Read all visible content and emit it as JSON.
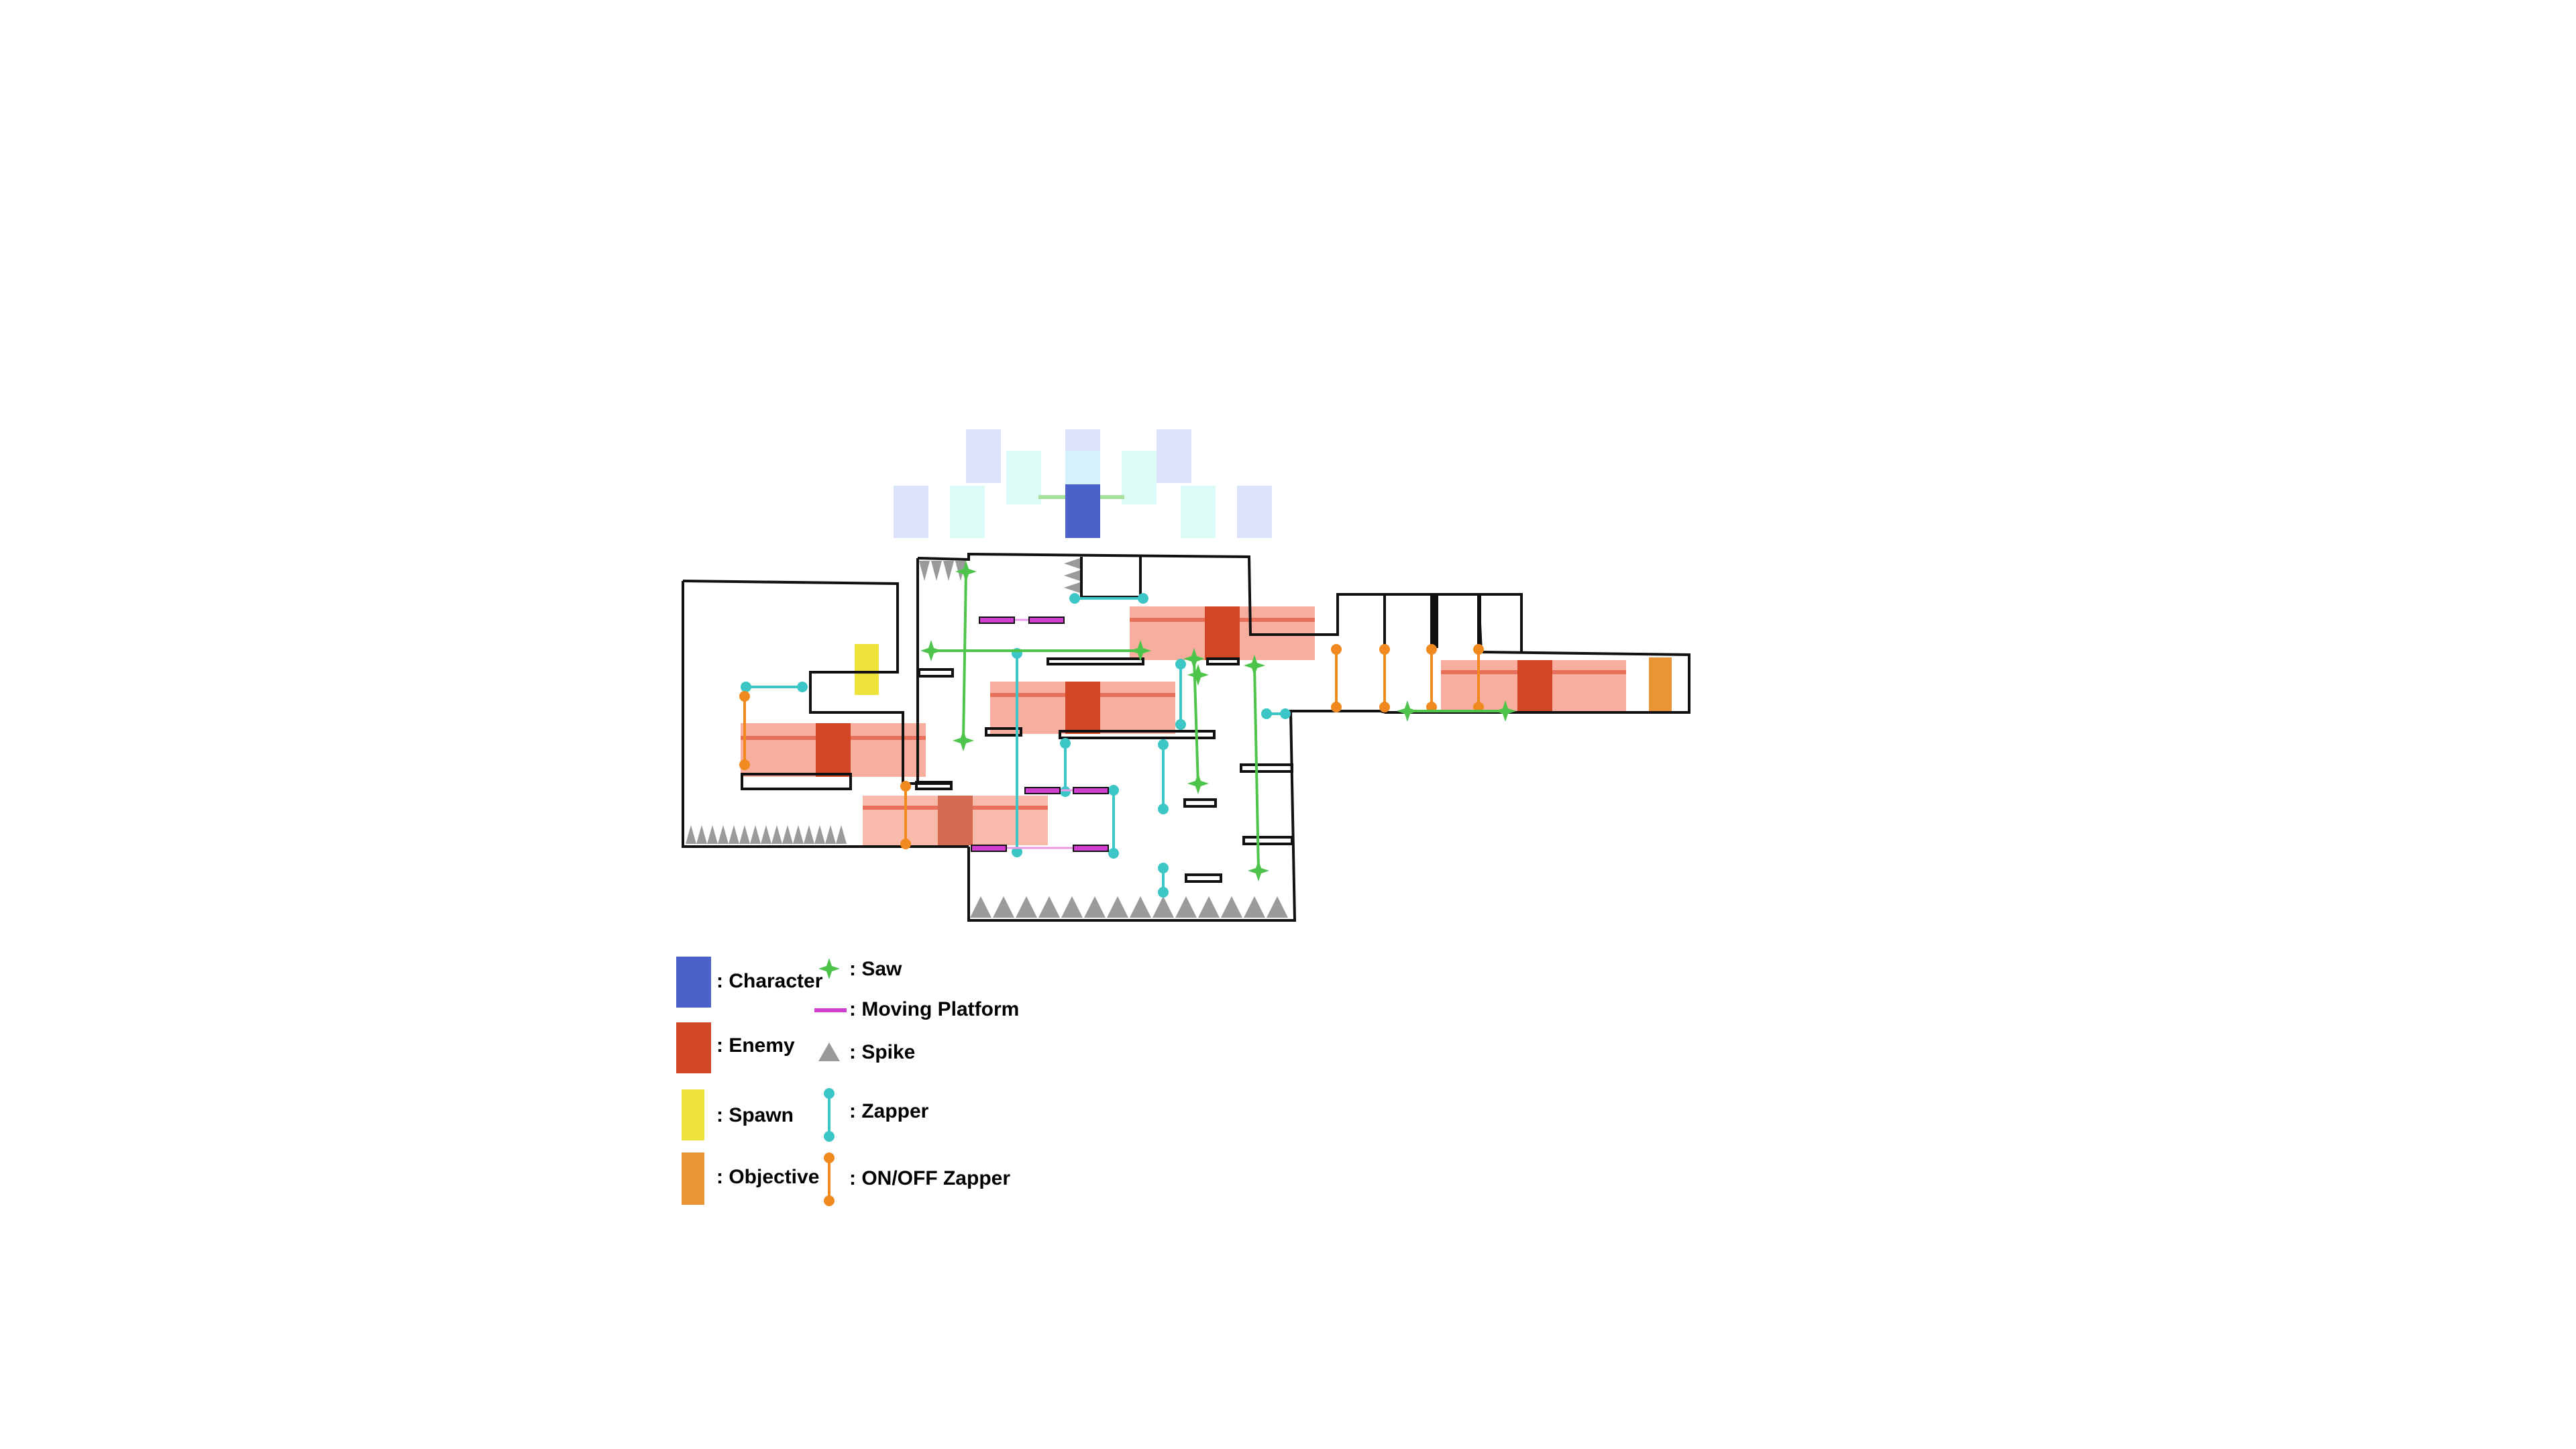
{
  "colors": {
    "wall": "#111111",
    "character": "#4a62c9",
    "enemy": "#d14726",
    "enemy_zone": "#f7a08d",
    "enemy_path": "#e8705a",
    "spawn": "#eee33a",
    "objective": "#e99536",
    "saw": "#4ec44a",
    "moving_platform": "#d13fd1",
    "spike": "#9a9a9a",
    "zapper": "#3cc6c6",
    "onoff_zapper": "#f08a1e",
    "ghost_blue": "#dbe3fb",
    "ghost_cyan": "#dbfbf7",
    "ghost_path": "#a8e0a0"
  },
  "legend": {
    "character": {
      "label": ": Character",
      "icon": "blue-rectangle"
    },
    "enemy": {
      "label": ": Enemy",
      "icon": "red-rectangle"
    },
    "spawn": {
      "label": ": Spawn",
      "icon": "yellow-rectangle"
    },
    "objective": {
      "label": ": Objective",
      "icon": "orange-rectangle"
    },
    "saw": {
      "label": ": Saw",
      "icon": "four-point-star"
    },
    "moving_platform": {
      "label": ": Moving Platform",
      "icon": "magenta-line"
    },
    "spike": {
      "label": ": Spike",
      "icon": "gray-triangle"
    },
    "zapper": {
      "label": ": Zapper",
      "icon": "cyan-dotted-line"
    },
    "onoff_zapper": {
      "label": ": ON/OFF Zapper",
      "icon": "orange-dotted-line"
    }
  }
}
